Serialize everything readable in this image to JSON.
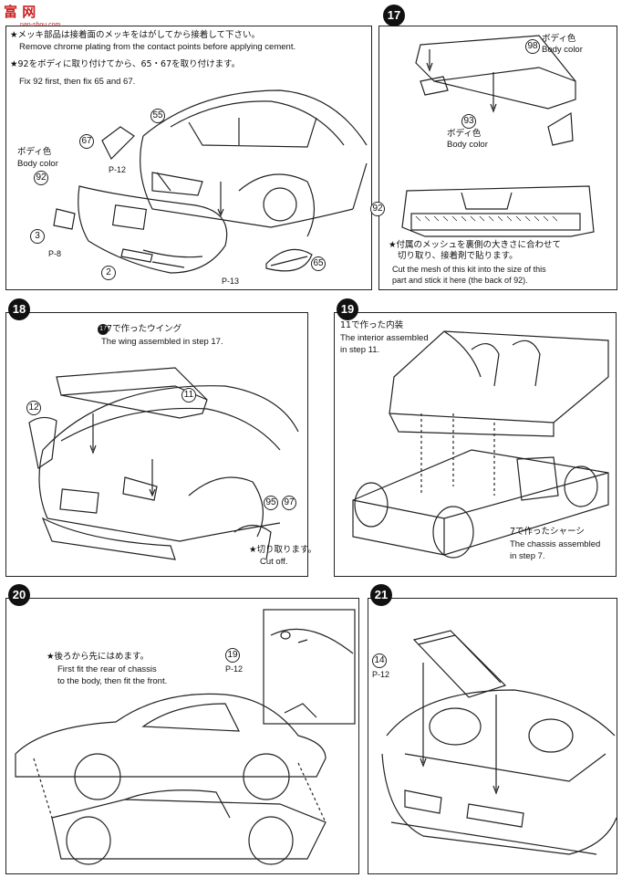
{
  "logo": {
    "text": "富 网",
    "site": "nan-shou.com"
  },
  "step16": {
    "note1_jp": "★メッキ部品は接着面のメッキをはがしてから接着して下さい。",
    "note1_en": "Remove chrome plating from the contact points before applying cement.",
    "note2_jp": "★92をボディに取り付けてから、65・67を取り付けます。",
    "note2_en": "Fix 92 first, then fix 65 and 67.",
    "body_color_jp": "ボディ色",
    "body_color_en": "Body color",
    "parts": [
      "55",
      "67",
      "92",
      "3",
      "2",
      "65"
    ],
    "prefixes": [
      "P-12",
      "P-8",
      "P-13"
    ]
  },
  "step17": {
    "number": "17",
    "body_color_jp_1": "ボディ色",
    "body_color_en_1": "Body color",
    "body_color_jp_2": "ボディ色",
    "body_color_en_2": "Body color",
    "parts": [
      "98",
      "93",
      "92"
    ],
    "mesh_jp_1": "★付属のメッシュを裏側の大きさに合わせて",
    "mesh_jp_2": "切り取り、接着剤で貼ります。",
    "mesh_en_1": "Cut the mesh of this kit into the size of this",
    "mesh_en_2": "part and stick it here (the back of 92)."
  },
  "step18": {
    "number": "18",
    "wing_jp": "17で作ったウイング",
    "wing_en": "The wing assembled in step 17.",
    "parts": [
      "12",
      "11",
      "95",
      "97"
    ],
    "cut_jp": "★切り取ります。",
    "cut_en": "Cut off."
  },
  "step19": {
    "number": "19",
    "interior_jp": "11で作った内装",
    "interior_en_1": "The interior assembled",
    "interior_en_2": "in step 11.",
    "chassis_jp": "7で作ったシャーシ",
    "chassis_en_1": "The chassis assembled",
    "chassis_en_2": "in step 7."
  },
  "step20": {
    "number": "20",
    "fit_jp": "★後ろから先にはめます。",
    "fit_en_1": "First fit the rear of chassis",
    "fit_en_2": "to the body, then fit the front.",
    "part": "19",
    "prefix": "P-12"
  },
  "step21": {
    "number": "21",
    "part": "14",
    "prefix": "P-12"
  }
}
